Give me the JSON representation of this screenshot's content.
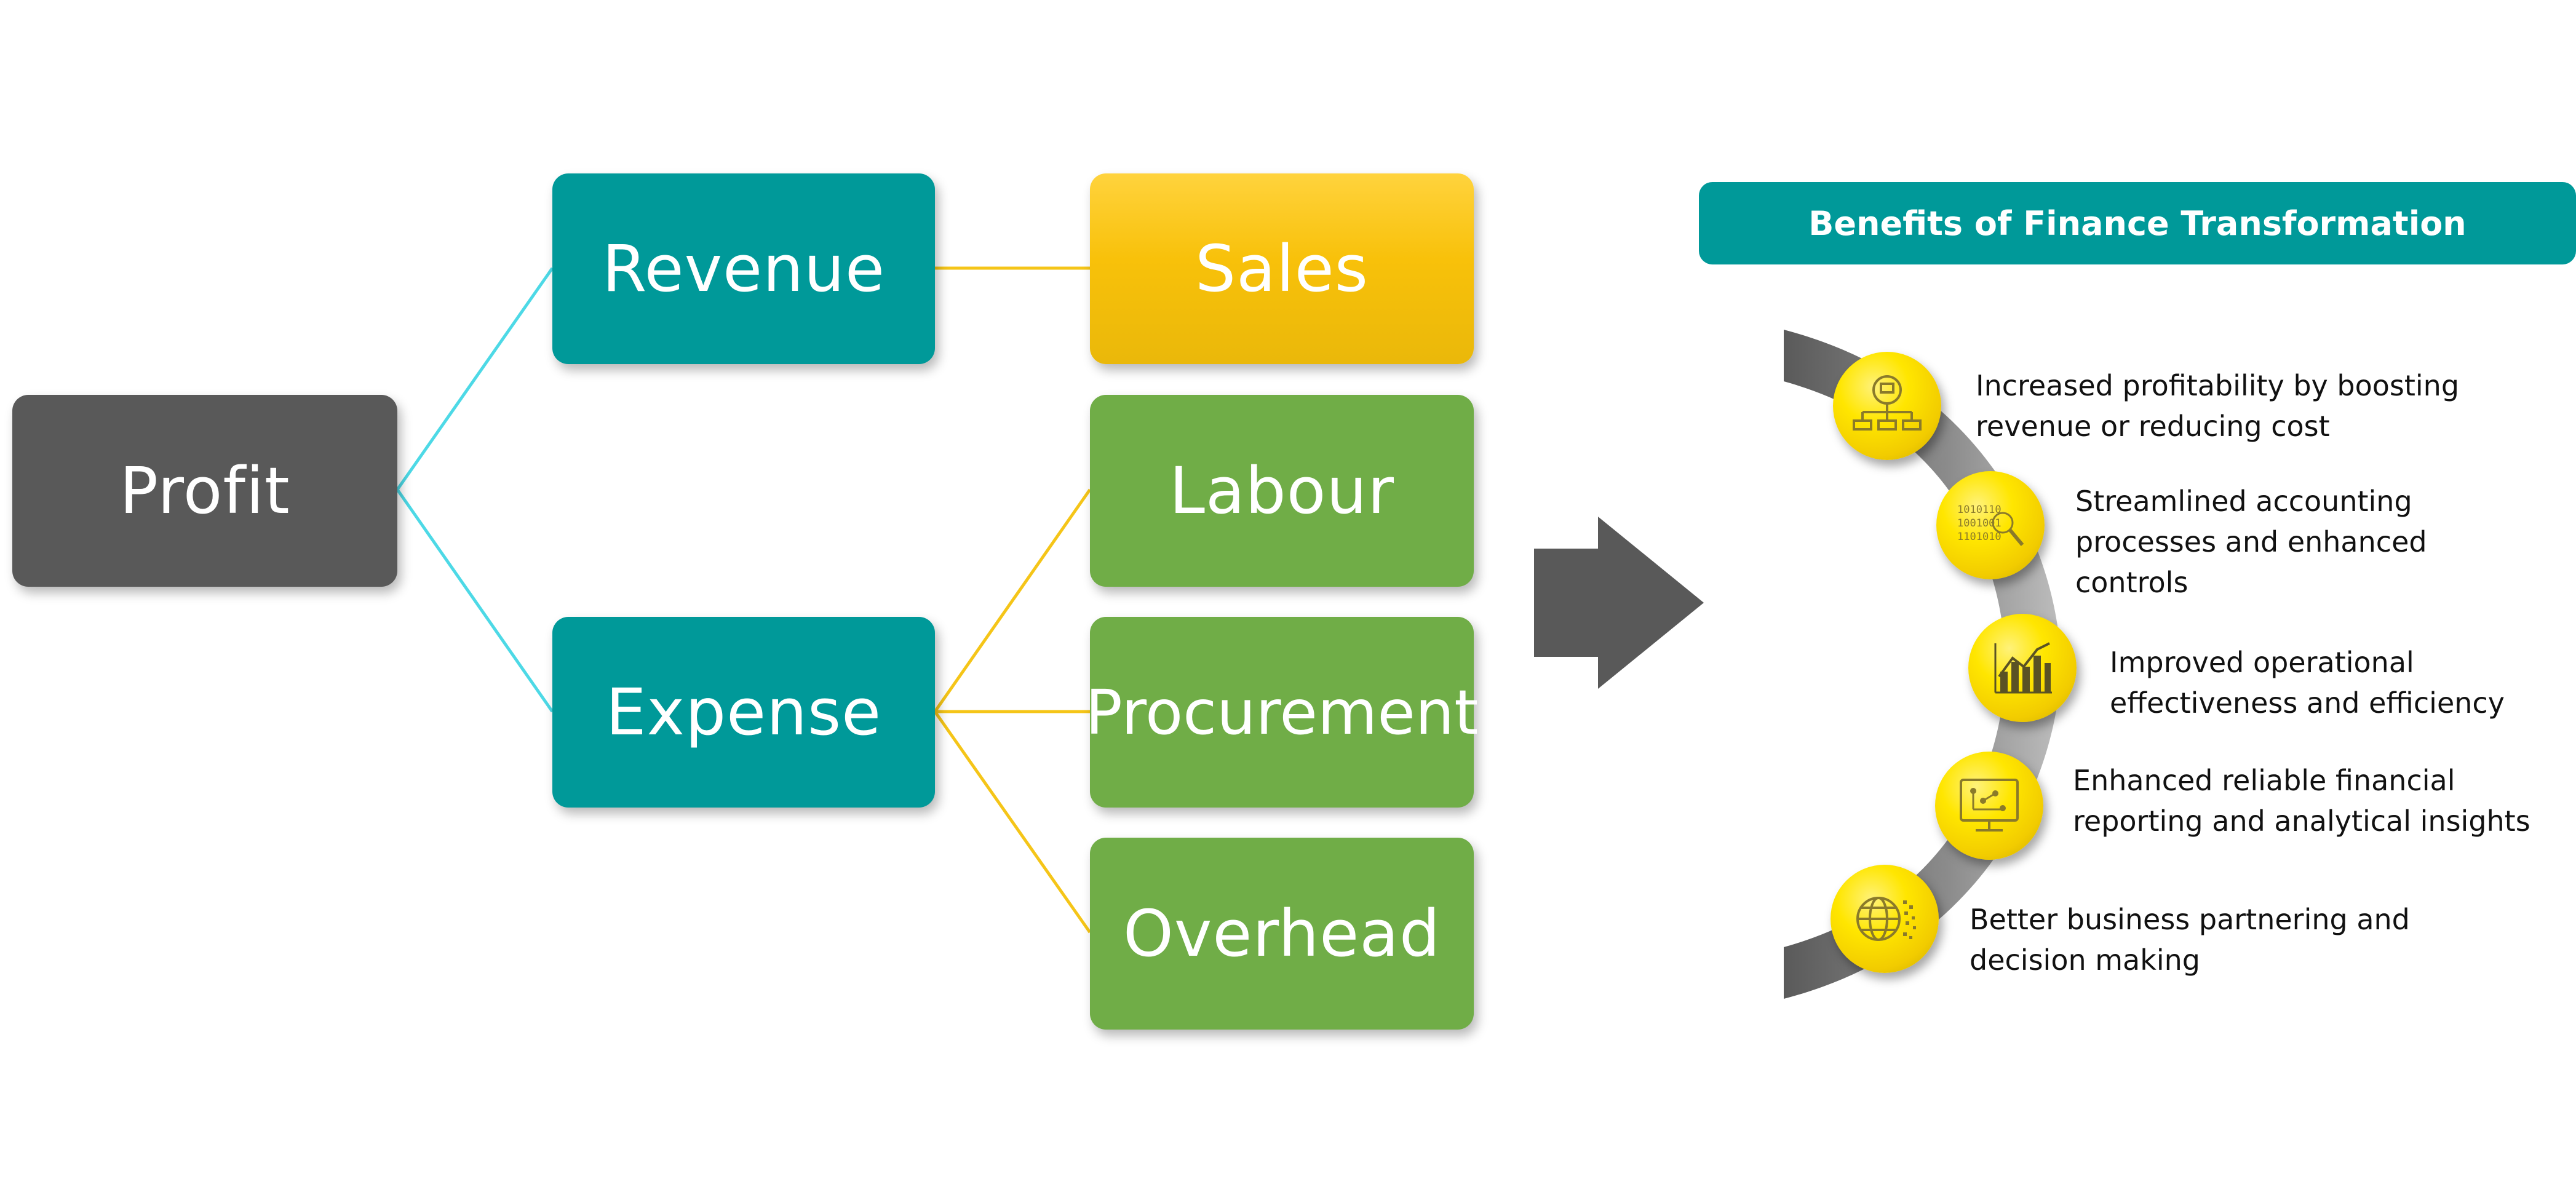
{
  "tree": {
    "root": "Profit",
    "branches": {
      "revenue": "Revenue",
      "expense": "Expense"
    },
    "leaves": {
      "sales": "Sales",
      "labour": "Labour",
      "procurement": "Procurement",
      "overhead": "Overhead"
    }
  },
  "benefits": {
    "title": "Benefits of Finance Transformation",
    "items": [
      {
        "icon": "organization-network-icon",
        "line1": "Increased profitability by boosting",
        "line2": "revenue or reducing cost",
        "line3": ""
      },
      {
        "icon": "binary-data-magnifier-icon",
        "line1": "Streamlined accounting",
        "line2": "processes and enhanced",
        "line3": "controls"
      },
      {
        "icon": "bar-chart-growth-icon",
        "line1": "Improved operational",
        "line2": "effectiveness and efficiency",
        "line3": ""
      },
      {
        "icon": "monitor-analytics-icon",
        "line1": "Enhanced reliable financial",
        "line2": "reporting and analytical insights",
        "line3": ""
      },
      {
        "icon": "globe-network-icon",
        "line1": "Better business partnering and",
        "line2": "decision making",
        "line3": ""
      }
    ]
  },
  "colors": {
    "teal": "#009999",
    "gray": "#595959",
    "gold": "#f8c10a",
    "green": "#70ad47",
    "cyan_line": "#4dd9e6",
    "gold_line": "#f5c518",
    "medal_yellow": "#ffe600"
  }
}
